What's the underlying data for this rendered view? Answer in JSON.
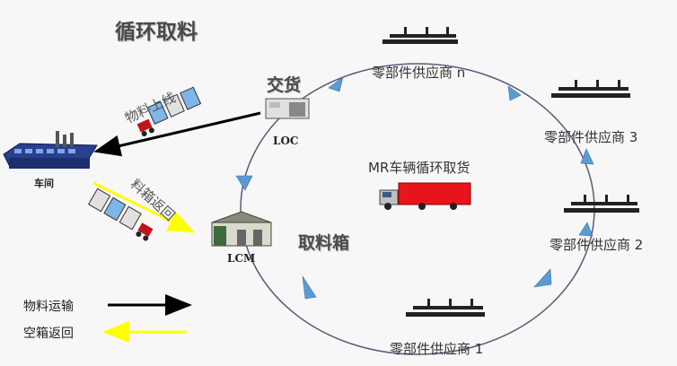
{
  "title": "循环取料",
  "labels": {
    "jiaohuo": "交货",
    "loc": "LOC",
    "lcm": "LCM",
    "quliaoxiang": "取料箱",
    "chejian": "车间",
    "mr_center": "MR车辆循环取货",
    "wuliao_shangxian": "物料上线",
    "liaoxiang_fanhui": "料箱返回"
  },
  "suppliers": [
    {
      "name": "零部件供应商 n"
    },
    {
      "name": "零部件供应商 3"
    },
    {
      "name": "零部件供应商 2"
    },
    {
      "name": "零部件供应商 1"
    }
  ],
  "legend": [
    {
      "label": "物料运输",
      "color": "#000000"
    },
    {
      "label": "空箱返回",
      "color": "#ffff00"
    }
  ],
  "colors": {
    "loop": "#5a5a7a",
    "arrow_fill": "#5b9bd5",
    "truck_red": "#e8141b",
    "factory_blue": "#1f3a8a"
  }
}
